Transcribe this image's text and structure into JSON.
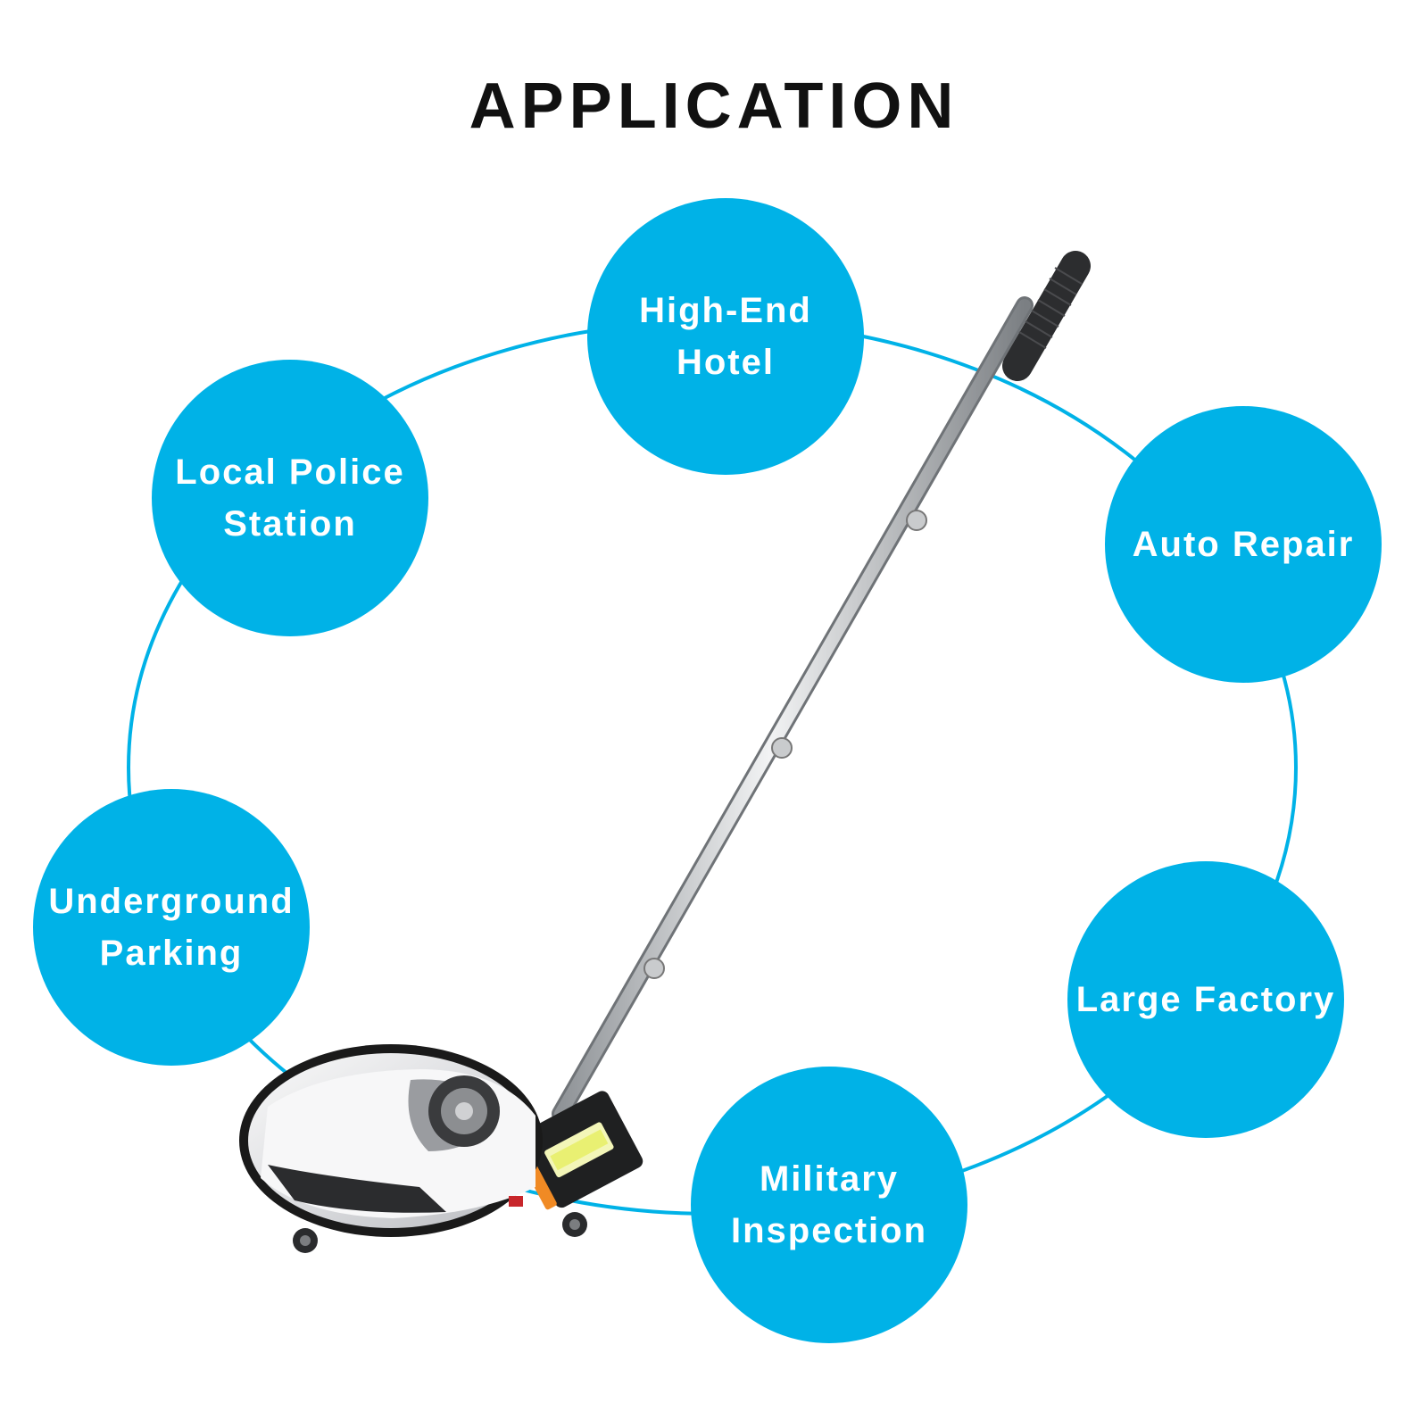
{
  "title": "APPLICATION",
  "colors": {
    "accent": "#00b2e7",
    "title": "#111111",
    "label": "#ffffff"
  },
  "applications": [
    {
      "id": "hotel",
      "lines": [
        "High-End",
        "Hotel"
      ]
    },
    {
      "id": "police",
      "lines": [
        "Local Police",
        "Station"
      ]
    },
    {
      "id": "auto",
      "lines": [
        "Auto Repair"
      ]
    },
    {
      "id": "parking",
      "lines": [
        "Underground",
        "Parking"
      ]
    },
    {
      "id": "factory",
      "lines": [
        "Large Factory"
      ]
    },
    {
      "id": "military",
      "lines": [
        "Military",
        "Inspection"
      ]
    }
  ],
  "product": {
    "icon": "inspection-mirror-icon"
  }
}
